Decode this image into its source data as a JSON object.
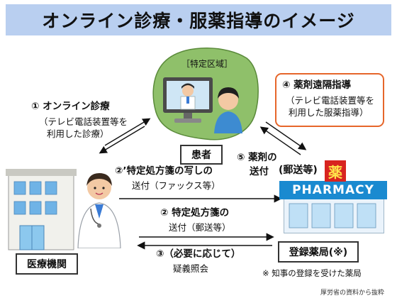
{
  "title": "オンライン診療・服薬指導のイメージ",
  "region_label": "［特定区域］",
  "patient_label": "患者",
  "medical_label": "医療機関",
  "pharmacy_label": "登録薬局(※)",
  "pharmacy_sign": "PHARMACY",
  "kanji_sign": "薬",
  "note": "※ 知事の登録を受けた薬局",
  "credit": "厚労省の資料から抜粋",
  "steps": {
    "s1": {
      "title": "① オンライン診療",
      "sub1": "（テレビ電話装置等を",
      "sub2": "利用した診療）"
    },
    "s2p": {
      "line1": "②’特定処方箋の写しの",
      "line2": "送付（ファックス等）"
    },
    "s2": {
      "line1": "② 特定処方箋の",
      "line2": "送付（郵送等）"
    },
    "s3": {
      "line1": "③（必要に応じて）",
      "line2": "疑義照会"
    },
    "s4": {
      "title": "④ 薬剤遠隔指導",
      "sub1": "（テレビ電話装置等を",
      "sub2": "利用した服薬指導）"
    },
    "s5": {
      "line1": "⑤ 薬剤の",
      "line2": "送付",
      "badge": "(郵送等)"
    }
  },
  "colors": {
    "title_band": "#b9cff0",
    "region_green": "#8fc06a",
    "pharmacy_orange": "#e6662a",
    "pharmacy_blue": "#1a8ad0"
  }
}
